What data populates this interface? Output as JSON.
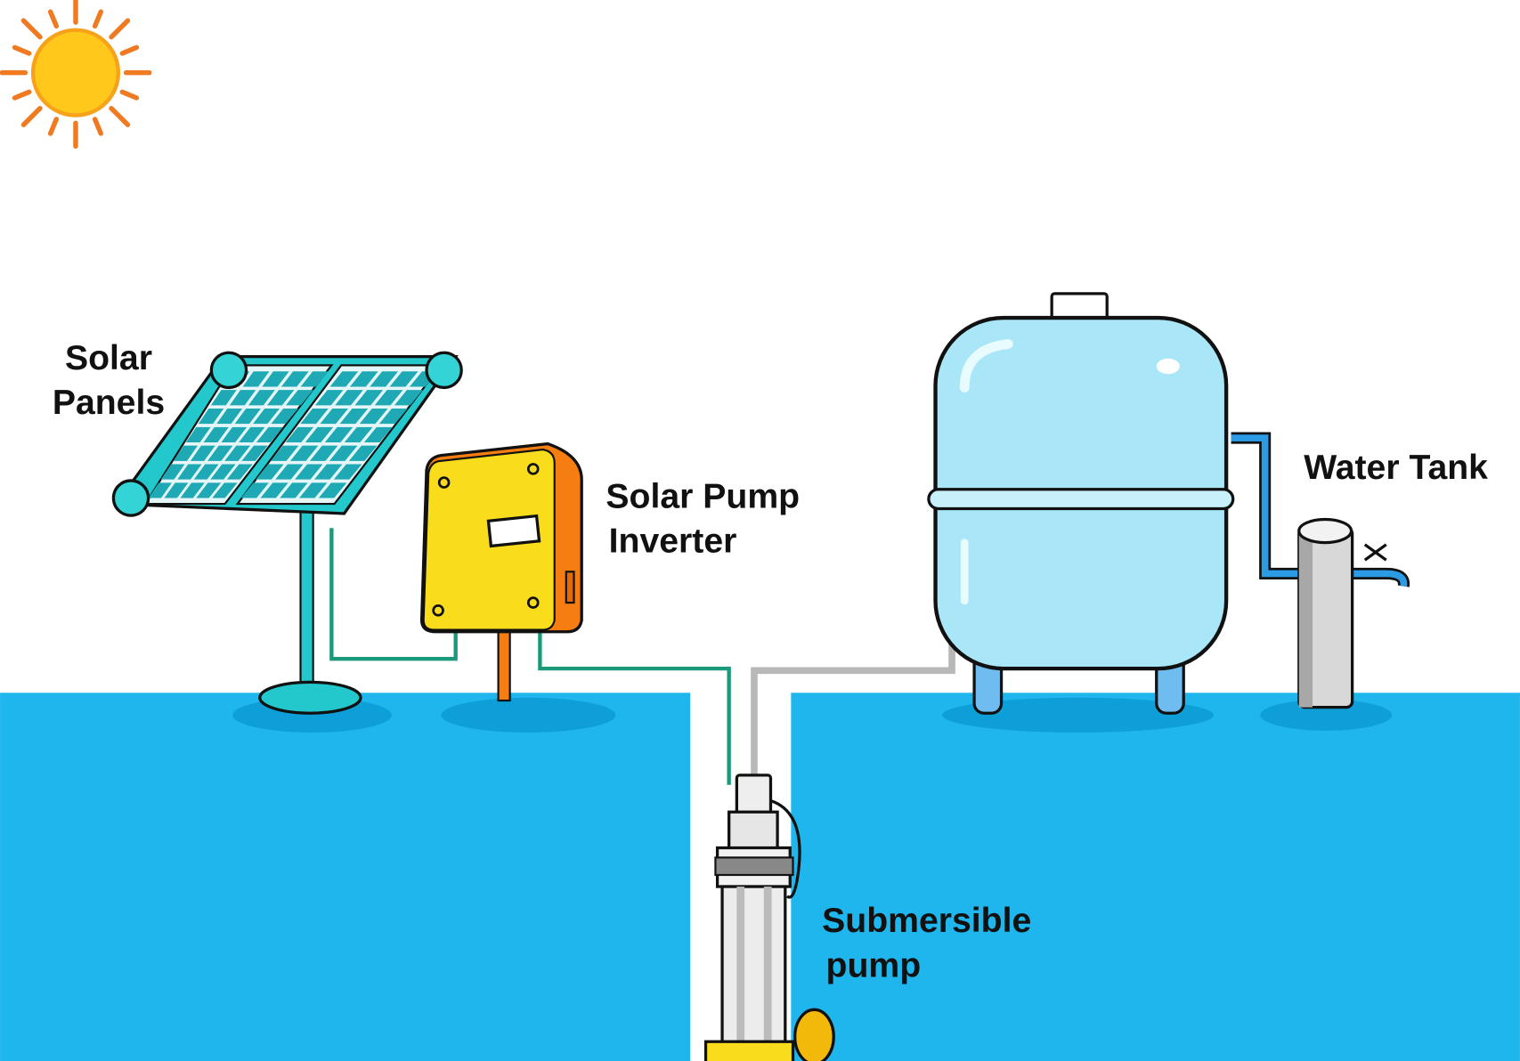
{
  "labels": {
    "solar_panels": [
      "Solar",
      "Panels"
    ],
    "inverter": [
      "Solar Pump",
      "Inverter"
    ],
    "water_tank": "Water Tank",
    "pump": [
      "Submersible",
      "pump"
    ]
  },
  "colors": {
    "ground": "#1fb6ee",
    "panel_frame": "#22c8cc",
    "inverter_front": "#f9dc1c",
    "inverter_side": "#f57d12",
    "tank": "#a9e6f7",
    "wire": "#1a9a7a",
    "pipe": "#b8b8b8",
    "sun": "#ffc81a"
  }
}
